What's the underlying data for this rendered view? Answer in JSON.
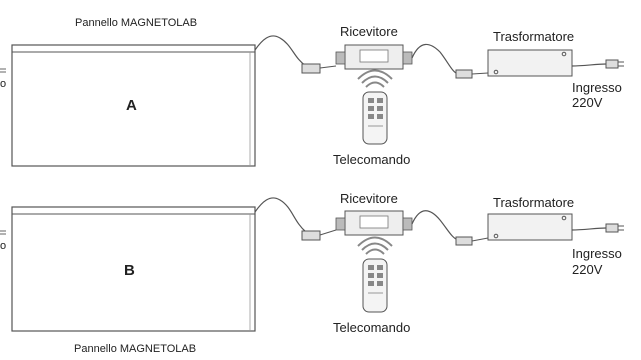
{
  "rows": [
    {
      "panel_label": "Pannello MAGNETOLAB",
      "panel_letter": "A",
      "receiver_label": "Ricevitore",
      "transformer_label": "Trasformatore",
      "input_label_line1": "Ingresso",
      "input_label_line2": "220V",
      "remote_label": "Telecomando",
      "left_edge_text": "o"
    },
    {
      "panel_label": "Pannello MAGNETOLAB",
      "panel_letter": "B",
      "receiver_label": "Ricevitore",
      "transformer_label": "Trasformatore",
      "input_label_line1": "Ingresso",
      "input_label_line2": "220V",
      "remote_label": "Telecomando",
      "left_edge_text": "o"
    }
  ],
  "icons": {
    "remote": "remote-control-icon",
    "signal": "wireless-signal-icon",
    "plug": "power-plug-icon"
  },
  "colors": {
    "line": "#555555",
    "panel_fill": "#ffffff",
    "device_fill": "#eeeeee"
  }
}
